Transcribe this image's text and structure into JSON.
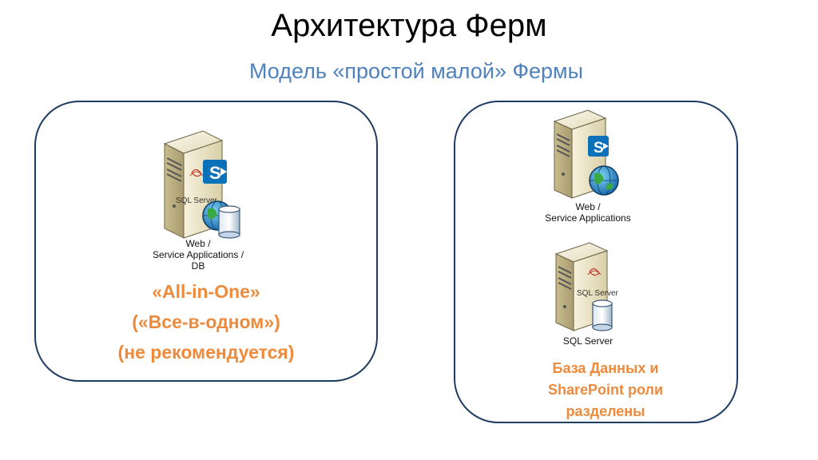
{
  "slide": {
    "title": "Архитектура Ферм",
    "subtitle": "Модель «простой малой» Фермы"
  },
  "left_box": {
    "server_caption_lines": [
      "Web /",
      "Service Applications /",
      "DB"
    ],
    "server_logo_text": "SQL Server",
    "server_icons": [
      "server-tower-icon",
      "sharepoint-icon",
      "sql-server-logo-icon",
      "globe-icon",
      "database-icon"
    ],
    "labels": [
      "«All-in-One»",
      "(«Все-в-одном»)",
      "(не рекомендуется)"
    ]
  },
  "right_box": {
    "web_server_caption_lines": [
      "Web /",
      "Service Applications"
    ],
    "sql_server_caption": "SQL Server",
    "sql_server_logo_text": "SQL Server",
    "server_icons": [
      "server-tower-icon",
      "sharepoint-icon",
      "globe-icon",
      "sql-server-logo-icon",
      "database-icon"
    ],
    "labels": [
      "База Данных и",
      "SharePoint роли",
      "разделены"
    ]
  },
  "colors": {
    "title": "#000000",
    "subtitle": "#4f81bd",
    "box_border": "#1f3c63",
    "highlight_text": "#ee8a3c",
    "sharepoint_blue": "#0b72b9"
  }
}
